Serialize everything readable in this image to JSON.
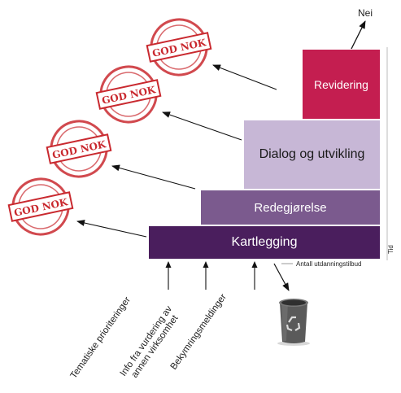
{
  "steps": {
    "kartlegging": "Kartlegging",
    "redegjorelse": "Redegjørelse",
    "dialog": "Dialog og utvikling",
    "revidering": "Revidering"
  },
  "stamps": [
    "GOD NOK",
    "GOD NOK",
    "GOD NOK",
    "GOD NOK"
  ],
  "labels": {
    "nei": "Nei",
    "tid": "Tid",
    "antall": "Antall utdanningstilbud"
  },
  "inputs": {
    "tematiske": "Tematiske prioriteringer",
    "info_line1": "Info fra vurdering av",
    "info_line2": "annen virksomhet",
    "bekymring": "Bekymringsmeldinger"
  },
  "icons": {
    "recycle": "recycle-bin-icon"
  },
  "colors": {
    "kartlegging": "#4a1e5d",
    "redegjorelse": "#7b5a8e",
    "dialog": "#c7b7d6",
    "revidering": "#c41e50",
    "stamp": "#c9292f"
  }
}
